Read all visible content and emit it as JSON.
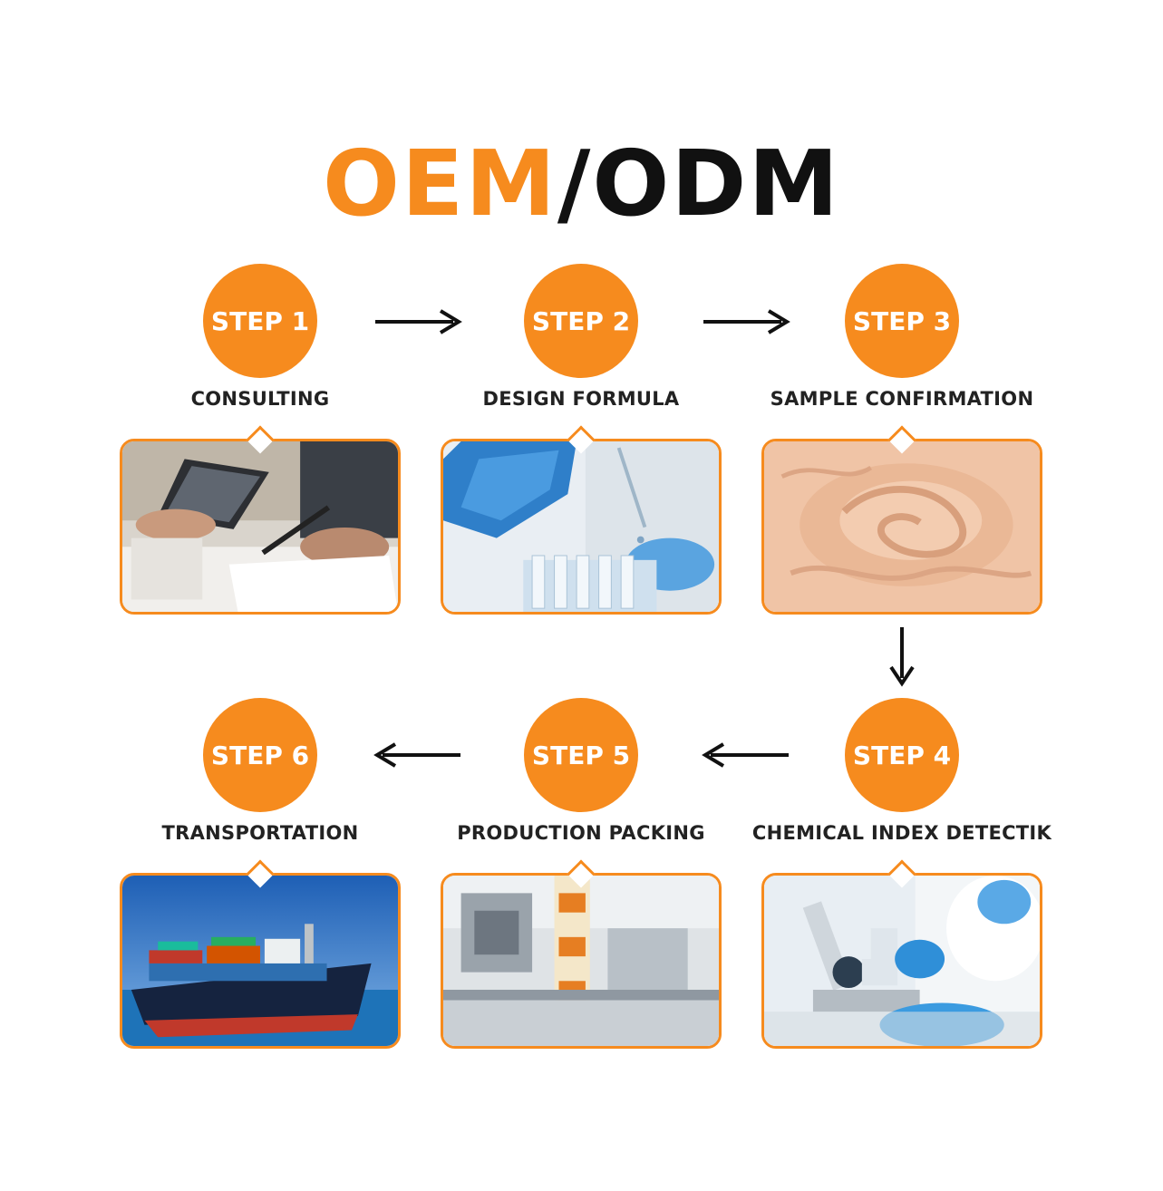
{
  "title": {
    "part1": "OEM",
    "separator": "/",
    "part2": "ODM"
  },
  "colors": {
    "accent": "#f68b1e",
    "text": "#222222"
  },
  "steps": [
    {
      "number": "STEP 1",
      "label": "CONSULTING"
    },
    {
      "number": "STEP 2",
      "label": "DESIGN FORMULA"
    },
    {
      "number": "STEP 3",
      "label": "SAMPLE CONFIRMATION"
    },
    {
      "number": "STEP 4",
      "label": "CHEMICAL INDEX DETECTIK"
    },
    {
      "number": "STEP 5",
      "label": "PRODUCTION PACKING"
    },
    {
      "number": "STEP 6",
      "label": "TRANSPORTATION"
    }
  ]
}
